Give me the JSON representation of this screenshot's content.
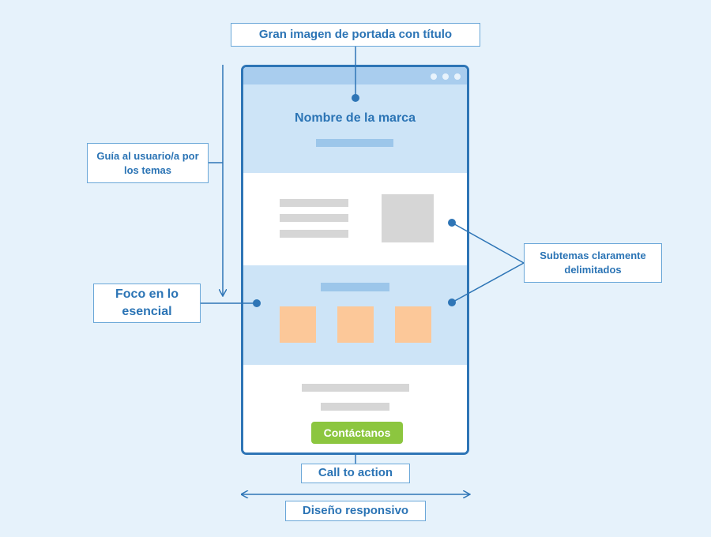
{
  "labels": {
    "hero_image": "Gran imagen de portada con título",
    "guide": "Guía al usuario/a por los temas",
    "focus": "Foco en lo esencial",
    "subtopics": "Subtemas claramente delimitados",
    "cta": "Call to action",
    "responsive": "Diseño responsivo"
  },
  "phone": {
    "brand_name": "Nombre de la marca",
    "cta_button": "Contáctanos"
  },
  "colors": {
    "accent_blue": "#2e75b6",
    "light_blue": "#cde4f7",
    "button_green": "#8cc63f",
    "placeholder_orange": "#fcc899",
    "placeholder_grey": "#d6d6d6"
  }
}
